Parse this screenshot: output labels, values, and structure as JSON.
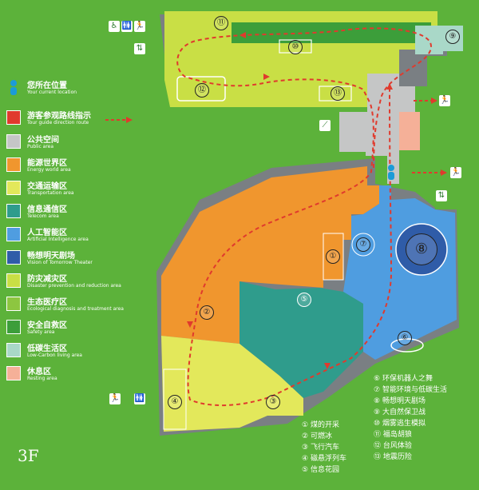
{
  "floor_label": "3F",
  "legend": [
    {
      "zh": "您所在位置",
      "en": "Your current location",
      "color": "#1b9bd7",
      "kind": "person"
    },
    {
      "zh": "游客参观路线指示",
      "en": "Tour guide direction route",
      "color": "#e03a2d",
      "kind": "arrow"
    },
    {
      "zh": "公共空间",
      "en": "Public area",
      "color": "#c5c6c6"
    },
    {
      "zh": "能源世界区",
      "en": "Energy world area",
      "color": "#f0962e"
    },
    {
      "zh": "交通运输区",
      "en": "Transportation area",
      "color": "#e3e85b"
    },
    {
      "zh": "信息通信区",
      "en": "Telecom area",
      "color": "#2f9c8c"
    },
    {
      "zh": "人工智能区",
      "en": "Artificial Intelligence area",
      "color": "#4f9de0"
    },
    {
      "zh": "畅想明天剧场",
      "en": "Vision of Tomorrow Theater",
      "color": "#2f5ca8"
    },
    {
      "zh": "防灾减灾区",
      "en": "Disaster prevention and reduction area",
      "color": "#c9df45"
    },
    {
      "zh": "生态医疗区",
      "en": "Ecological diagnosis and treatment area",
      "color": "#8dc640"
    },
    {
      "zh": "安全自救区",
      "en": "Safety area",
      "color": "#3c9e3a"
    },
    {
      "zh": "低碳生活区",
      "en": "Low-Carbon living area",
      "color": "#a9d8c8"
    },
    {
      "zh": "休息区",
      "en": "Resting area",
      "color": "#f5b098"
    }
  ],
  "exhibits": [
    {
      "num": "①",
      "name": "煤的开采"
    },
    {
      "num": "②",
      "name": "可燃冰"
    },
    {
      "num": "③",
      "name": "飞行汽车"
    },
    {
      "num": "④",
      "name": "磁悬浮列车"
    },
    {
      "num": "⑤",
      "name": "信息花园"
    },
    {
      "num": "⑥",
      "name": "环保机器人之舞"
    },
    {
      "num": "⑦",
      "name": "智能环境与低碳生活"
    },
    {
      "num": "⑧",
      "name": "畅想明天剧场"
    },
    {
      "num": "⑨",
      "name": "大自然保卫战"
    },
    {
      "num": "⑩",
      "name": "烟雾逃生模拟"
    },
    {
      "num": "⑪",
      "name": "福岛胡狼"
    },
    {
      "num": "⑫",
      "name": "台风体验"
    },
    {
      "num": "⑬",
      "name": "地震历险"
    }
  ],
  "map_markers": [
    "①",
    "②",
    "③",
    "④",
    "⑤",
    "⑥",
    "⑦",
    "⑧",
    "⑨",
    "⑩",
    "⑪",
    "⑫",
    "⑬"
  ],
  "icons": [
    "restroom-icon",
    "exit-icon",
    "elevator-icon",
    "escalator-icon",
    "person-location-icon"
  ]
}
